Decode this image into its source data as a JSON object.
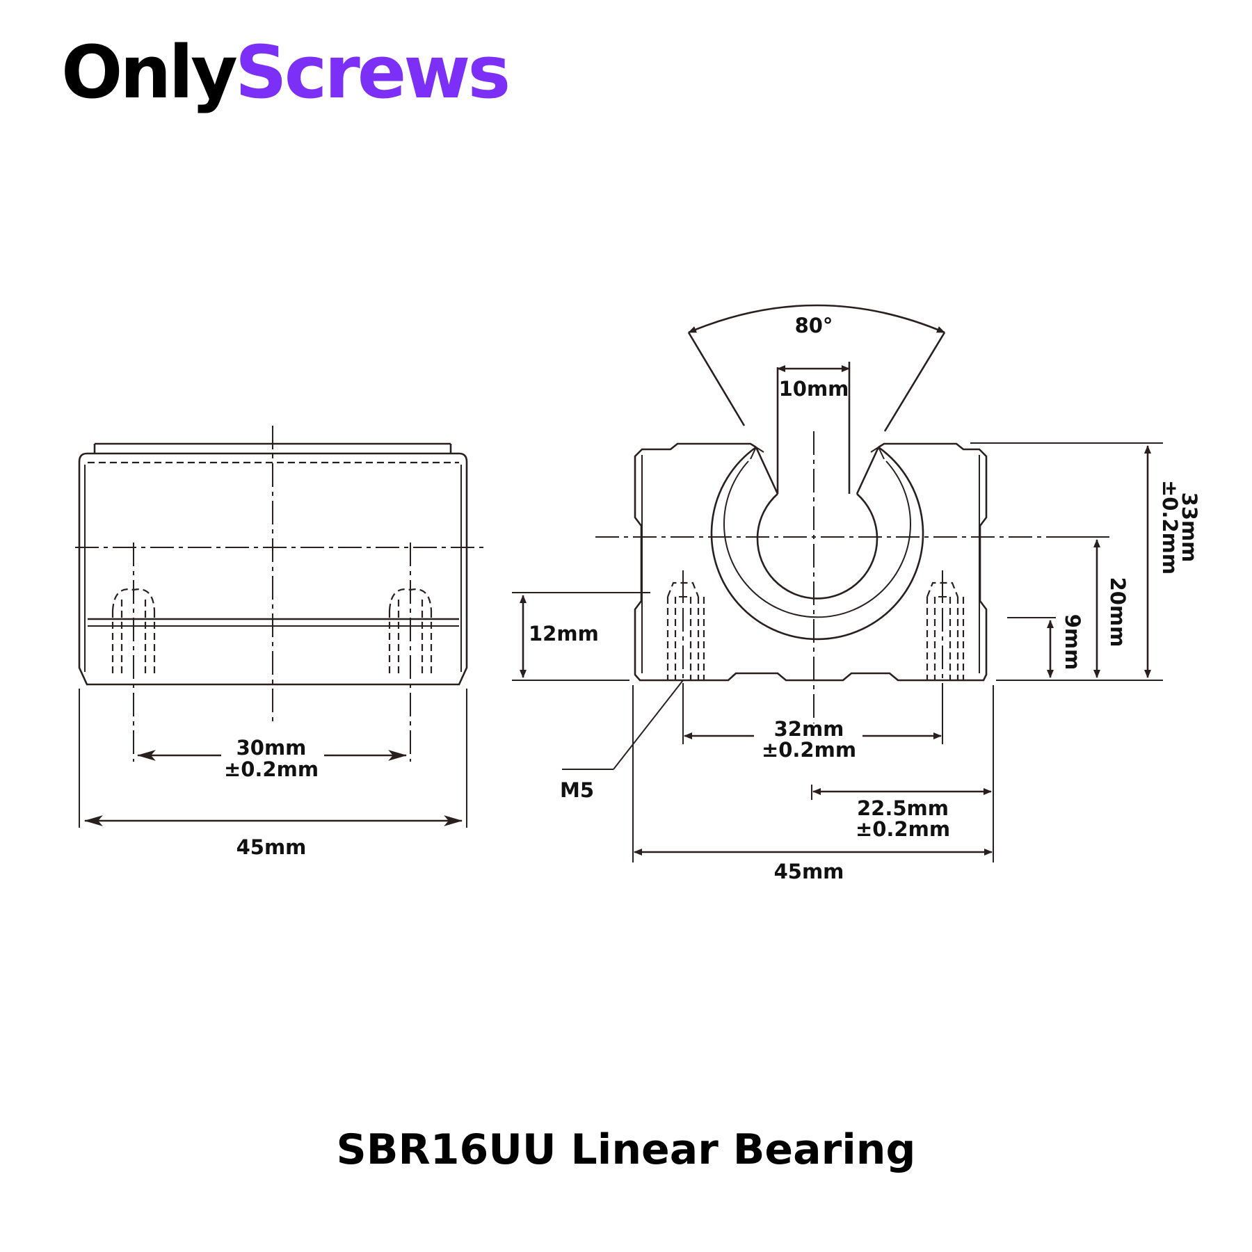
{
  "brand": {
    "part1": "Only",
    "part2": "Screws",
    "accent_color": "#7b2ff7"
  },
  "title": "SBR16UU Linear Bearing",
  "side_view": {
    "hole_spacing": "30mm",
    "hole_spacing_tol": "±0.2mm",
    "width": "45mm"
  },
  "front_view": {
    "angle": "80°",
    "slot_width": "10mm",
    "height_total": "33mm",
    "height_total_tol": "±0.2mm",
    "center_height": "20mm",
    "base_height": "9mm",
    "hole_depth": "12mm",
    "hole_spacing": "32mm",
    "hole_spacing_tol": "±0.2mm",
    "thread": "M5",
    "half_width": "22.5mm",
    "half_width_tol": "±0.2mm",
    "width": "45mm"
  }
}
